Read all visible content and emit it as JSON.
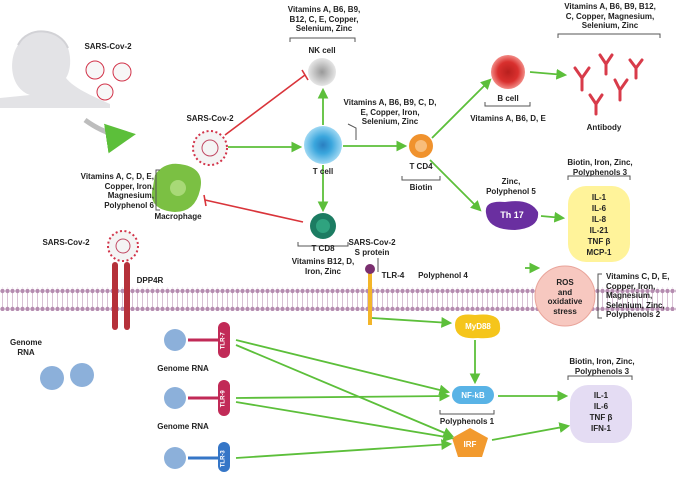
{
  "virus": {
    "top_label": "SARS-Cov-2",
    "center_label": "SARS-Cov-2",
    "left_label": "SARS-Cov-2",
    "s_protein_label": "SARS-Cov-2\nS protein"
  },
  "cells": {
    "nk": {
      "label": "NK cell",
      "nutrients": "Vitamins A, B6, B9,\nB12, C, E, Copper,\nSelenium, Zinc"
    },
    "t_cell": {
      "label": "T cell",
      "nutrients": "Vitamins A, B6, B9, C, D,\nE, Copper, Iron,\nSelenium, Zinc"
    },
    "macrophage": {
      "label": "Macrophage",
      "nutrients": "Vitamins A, C, D, E,\nCopper, Iron,\nMagnesium,\nPolyphenol 6"
    },
    "t_cd4": {
      "label": "T CD4",
      "nutrients": "Biotin"
    },
    "t_cd8": {
      "label": "T CD8",
      "nutrients": "Vitamins B12, D,\nIron, Zinc"
    },
    "b_cell": {
      "label": "B cell",
      "nutrients": "Vitamins A, B6, D, E"
    },
    "antibody": {
      "label": "Antibody",
      "nutrients": "Vitamins A, B6, B9, B12,\nC, Copper, Magnesium,\nSelenium, Zinc"
    },
    "th17": {
      "label": "Th 17",
      "nutrients": "Zinc,\nPolyphenol 5"
    }
  },
  "cytokines_top": {
    "header": "Biotin, Iron, Zinc,\nPolyphenols 3",
    "list": "IL-1\nIL-6\nIL-8\nIL-21\nTNF β\nMCP-1"
  },
  "cytokines_bottom": {
    "header": "Biotin, Iron, Zinc,\nPolyphenols 3",
    "list": "IL-1\nIL-6\nTNF β\nIFN-1"
  },
  "receptors": {
    "dpp4r": "DPP4R",
    "tlr4": "TLR-4",
    "tlr4_nutrient": "Polyphenol 4",
    "tlr7": "TLR-7",
    "tlr9": "TLR-9",
    "tlr3": "TLR-3"
  },
  "ros": {
    "label": "ROS\nand\noxidative\nstress",
    "nutrients": "Vitamins C, D, E,\nCopper, Iron,\nMagnesium,\nSelenium, Zinc,\nPolyphenols 2"
  },
  "signaling": {
    "myd88": "MyD88",
    "nfkb": "NF-kB",
    "nfkb_nutrient": "Polyphenols 1",
    "irf": "IRF"
  },
  "genome": {
    "left": "Genome\nRNA",
    "mid1": "Genome RNA",
    "mid2": "Genome RNA"
  },
  "colors": {
    "arrow_green": "#5cbf3a",
    "inhibit_red": "#d9343a",
    "membrane": "#c9a6c4",
    "t_cell_blue": "#3aa6dd",
    "macrophage_green": "#7bc043",
    "t_cd4_orange": "#f0922d",
    "t_cd8_teal": "#1c7c62",
    "b_cell_red": "#d9302e",
    "th17_purple": "#6a2fa0",
    "cytokine_yellow": "#fff39a",
    "nfkb_blue": "#59b3e6",
    "myd88_yellow": "#f5c51b",
    "irf_orange": "#f29a2e",
    "tlr_red": "#c12a57"
  }
}
